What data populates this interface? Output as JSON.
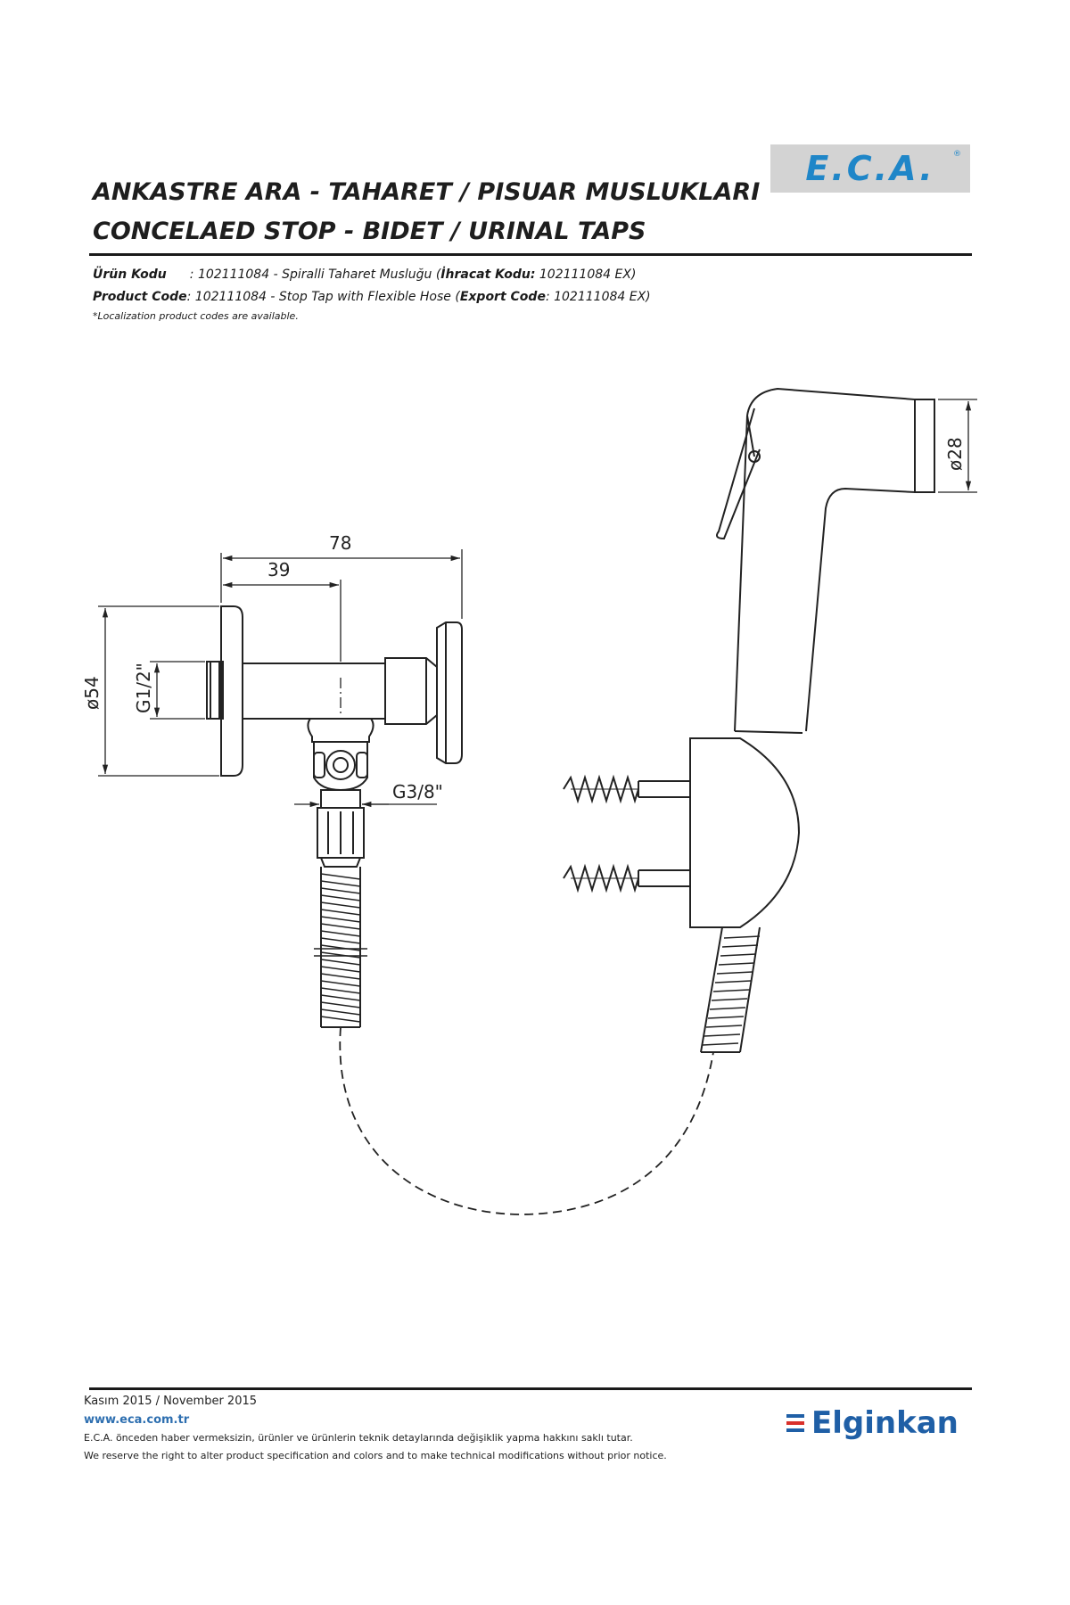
{
  "brand": {
    "logo": "E.C.A.",
    "registered": "®",
    "logo_color": "#1f86c8"
  },
  "title": {
    "line1": "ANKASTRE ARA - TAHARET / PISUAR MUSLUKLARI",
    "line2": "CONCELAED STOP - BIDET / URINAL TAPS"
  },
  "product": {
    "tr_label": "Ürün Kodu",
    "tr_value": ": 102111084 - Spiralli Taharet Musluğu (",
    "tr_export_label": "İhracat Kodu:",
    "tr_export_value": " 102111084 EX)",
    "en_label": "Product Code",
    "en_value": ": 102111084 - Stop Tap with Flexible Hose (",
    "en_export_label": "Export Code",
    "en_export_value": ": 102111084 EX)",
    "note": "*Localization product codes are available."
  },
  "dimensions": {
    "width_total": "78",
    "width_half": "39",
    "diameter_flange": "ø54",
    "thread_inlet": "G1/2\"",
    "thread_outlet": "G3/8\"",
    "diameter_spray": "ø28"
  },
  "footer": {
    "date": "Kasım 2015 / November 2015",
    "website": "www.eca.com.tr",
    "disclaimer_tr": "E.C.A. önceden haber vermeksizin, ürünler ve ürünlerin teknik detaylarında değişiklik yapma hakkını saklı tutar.",
    "disclaimer_en": "We reserve the right to alter product specification and colors and to make technical modifications without prior notice.",
    "partner_logo": "Elginkan",
    "partner_colors": [
      "#1f5fa6",
      "#d9302b",
      "#1f5fa6"
    ]
  }
}
